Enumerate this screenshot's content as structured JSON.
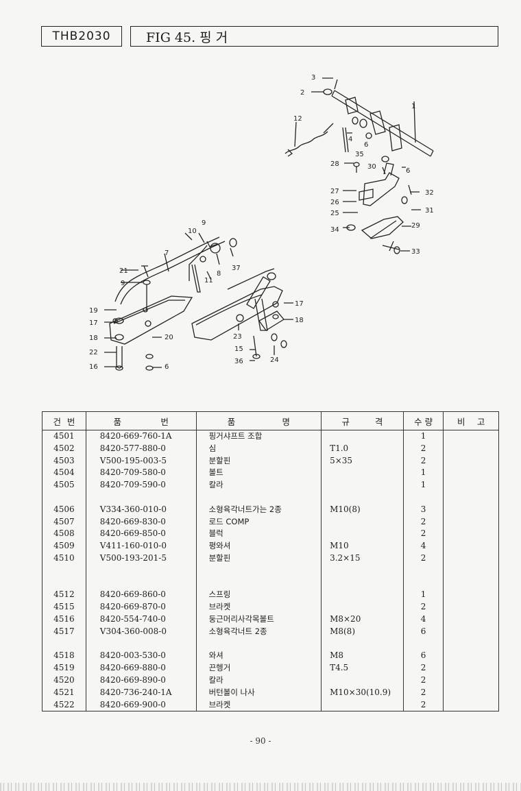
{
  "header": {
    "model": "THB2030",
    "figure_title": "FIG 45. 핑 거"
  },
  "diagram": {
    "callouts": [
      "1",
      "2",
      "3",
      "12",
      "4",
      "6",
      "35",
      "28",
      "30",
      "6",
      "27",
      "26",
      "25",
      "32",
      "31",
      "34",
      "29",
      "33",
      "9",
      "10",
      "7",
      "21",
      "9",
      "8",
      "37",
      "11",
      "19",
      "17",
      "18",
      "22",
      "16",
      "20",
      "6",
      "17",
      "18",
      "23",
      "15",
      "36",
      "24"
    ]
  },
  "table": {
    "headers": {
      "no": [
        "건",
        "번"
      ],
      "part_no": [
        "품",
        "번"
      ],
      "name": [
        "품",
        "명"
      ],
      "spec": [
        "규",
        "격"
      ],
      "qty": "수 량",
      "remarks": [
        "비",
        "고"
      ]
    },
    "rows": [
      {
        "no": "4501",
        "part_no": "8420-669-760-1A",
        "name": "핑거샤프트 조합",
        "spec": "",
        "qty": "1"
      },
      {
        "no": "4502",
        "part_no": "8420-577-880-0",
        "name": "심",
        "spec": "T1.0",
        "qty": "2"
      },
      {
        "no": "4503",
        "part_no": "V500-195-003-5",
        "name": "분할핀",
        "spec": "5×35",
        "qty": "2"
      },
      {
        "no": "4504",
        "part_no": "8420-709-580-0",
        "name": "볼트",
        "spec": "",
        "qty": "1"
      },
      {
        "no": "4505",
        "part_no": "8420-709-590-0",
        "name": "칼라",
        "spec": "",
        "qty": "1"
      },
      {
        "no": "",
        "part_no": "",
        "name": "",
        "spec": "",
        "qty": ""
      },
      {
        "no": "4506",
        "part_no": "V334-360-010-0",
        "name": "소형육각너트가는 2종",
        "spec": "M10(8)",
        "qty": "3"
      },
      {
        "no": "4507",
        "part_no": "8420-669-830-0",
        "name": "로드 COMP",
        "spec": "",
        "qty": "2"
      },
      {
        "no": "4508",
        "part_no": "8420-669-850-0",
        "name": "블럭",
        "spec": "",
        "qty": "2"
      },
      {
        "no": "4509",
        "part_no": "V411-160-010-0",
        "name": "평와셔",
        "spec": "M10",
        "qty": "4"
      },
      {
        "no": "4510",
        "part_no": "V500-193-201-5",
        "name": "분할핀",
        "spec": "3.2×15",
        "qty": "2"
      },
      {
        "no": "",
        "part_no": "",
        "name": "",
        "spec": "",
        "qty": ""
      },
      {
        "no": "",
        "part_no": "",
        "name": "",
        "spec": "",
        "qty": ""
      },
      {
        "no": "4512",
        "part_no": "8420-669-860-0",
        "name": "스프링",
        "spec": "",
        "qty": "1"
      },
      {
        "no": "4515",
        "part_no": "8420-669-870-0",
        "name": "브라켓",
        "spec": "",
        "qty": "2"
      },
      {
        "no": "4516",
        "part_no": "8420-554-740-0",
        "name": "둥근머리사각목볼트",
        "spec": "M8×20",
        "qty": "4"
      },
      {
        "no": "4517",
        "part_no": "V304-360-008-0",
        "name": "소형육각너트 2종",
        "spec": "M8(8)",
        "qty": "6"
      },
      {
        "no": "",
        "part_no": "",
        "name": "",
        "spec": "",
        "qty": ""
      },
      {
        "no": "4518",
        "part_no": "8420-003-530-0",
        "name": "와셔",
        "spec": "M8",
        "qty": "6"
      },
      {
        "no": "4519",
        "part_no": "8420-669-880-0",
        "name": "끈헹거",
        "spec": "T4.5",
        "qty": "2"
      },
      {
        "no": "4520",
        "part_no": "8420-669-890-0",
        "name": "칼라",
        "spec": "",
        "qty": "2"
      },
      {
        "no": "4521",
        "part_no": "8420-736-240-1A",
        "name": "버턴볼이 나사",
        "spec": "M10×30(10.9)",
        "qty": "2"
      },
      {
        "no": "4522",
        "part_no": "8420-669-900-0",
        "name": "브라켓",
        "spec": "",
        "qty": "2"
      }
    ]
  },
  "footer": {
    "page_number": "- 90 -"
  }
}
